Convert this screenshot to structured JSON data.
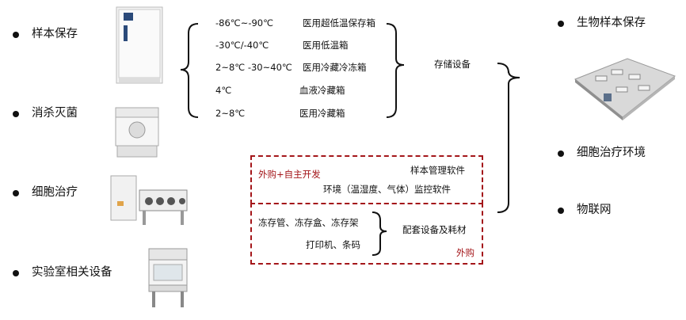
{
  "categories": [
    {
      "label": "样本保存"
    },
    {
      "label": "消杀灭菌"
    },
    {
      "label": "细胞治疗"
    },
    {
      "label": "实验室相关设备"
    }
  ],
  "storage_specs": [
    {
      "temp": "-86℃~-90℃",
      "device": "医用超低温保存箱"
    },
    {
      "temp": "-30℃/-40℃",
      "device": "医用低温箱"
    },
    {
      "temp": "2~8℃  -30~40℃",
      "device": "医用冷藏冷冻箱"
    },
    {
      "temp": "4℃",
      "device": "血液冷藏箱"
    },
    {
      "temp": "2~8℃",
      "device": "医用冷藏箱"
    }
  ],
  "storage_label": "存储设备",
  "software_box": {
    "tag": "外购+自主开发",
    "items": [
      "样本管理软件",
      "环境（温湿度、气体）监控软件"
    ]
  },
  "consumables_box": {
    "items": [
      "冻存管、冻存盒、冻存架",
      "打印机、条码"
    ],
    "label": "配套设备及耗材",
    "tag": "外购"
  },
  "outputs": [
    {
      "label": "生物样本保存"
    },
    {
      "label": "细胞治疗环境"
    },
    {
      "label": "物联网"
    }
  ],
  "colors": {
    "accent_red": "#a4161a",
    "text": "#111111"
  },
  "icons": [
    "freezer-icon",
    "sterilizer-icon",
    "isolator-icon",
    "biosafety-cabinet-icon",
    "lab-floorplan-icon"
  ]
}
